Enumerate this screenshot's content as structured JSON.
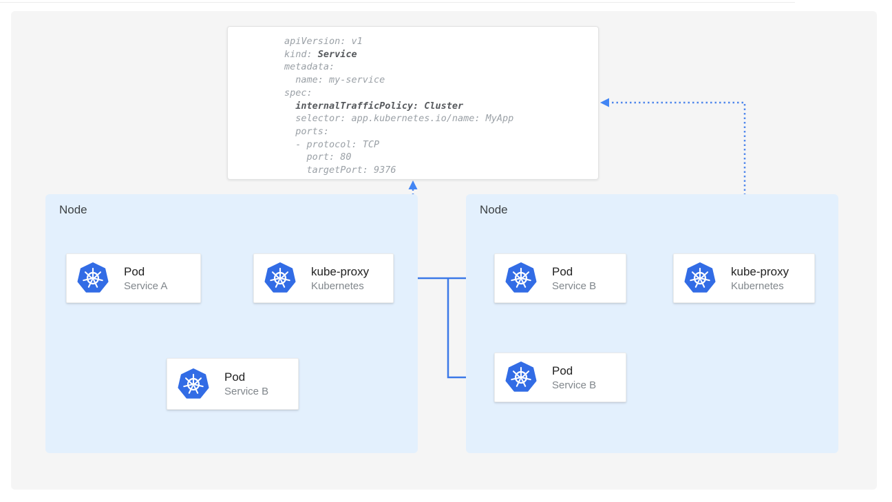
{
  "diagram": {
    "yaml_box": {
      "lines": [
        {
          "segments": [
            {
              "text": "apiVersion: v1",
              "bold": false
            }
          ]
        },
        {
          "segments": [
            {
              "text": "kind: ",
              "bold": false
            },
            {
              "text": "Service",
              "bold": true
            }
          ]
        },
        {
          "segments": [
            {
              "text": "metadata:",
              "bold": false
            }
          ]
        },
        {
          "segments": [
            {
              "text": "  name: my-service",
              "bold": false
            }
          ]
        },
        {
          "segments": [
            {
              "text": "spec:",
              "bold": false
            }
          ]
        },
        {
          "segments": [
            {
              "text": "  ",
              "bold": false
            },
            {
              "text": "internalTrafficPolicy: Cluster",
              "bold": true
            }
          ]
        },
        {
          "segments": [
            {
              "text": "  selector: app.kubernetes.io/name: MyApp",
              "bold": false
            }
          ]
        },
        {
          "segments": [
            {
              "text": "  ports:",
              "bold": false
            }
          ]
        },
        {
          "segments": [
            {
              "text": "  - protocol: TCP",
              "bold": false
            }
          ]
        },
        {
          "segments": [
            {
              "text": "    port: 80",
              "bold": false
            }
          ]
        },
        {
          "segments": [
            {
              "text": "    targetPort: 9376",
              "bold": false
            }
          ]
        }
      ]
    },
    "nodes": [
      {
        "label": "Node"
      },
      {
        "label": "Node"
      }
    ],
    "cards": [
      {
        "id": "pod-service-a",
        "title": "Pod",
        "subtitle": "Service A",
        "icon": "kubernetes-icon"
      },
      {
        "id": "kube-proxy-left",
        "title": "kube-proxy",
        "subtitle": "Kubernetes",
        "icon": "kubernetes-icon"
      },
      {
        "id": "pod-service-b-left",
        "title": "Pod",
        "subtitle": "Service B",
        "icon": "kubernetes-icon"
      },
      {
        "id": "pod-service-b-right-top",
        "title": "Pod",
        "subtitle": "Service B",
        "icon": "kubernetes-icon"
      },
      {
        "id": "pod-service-b-right-bottom",
        "title": "Pod",
        "subtitle": "Service B",
        "icon": "kubernetes-icon"
      },
      {
        "id": "kube-proxy-right",
        "title": "kube-proxy",
        "subtitle": "Kubernetes",
        "icon": "kubernetes-icon"
      }
    ],
    "colors": {
      "solid_arrow": "#3b78e7",
      "dotted_arrow": "#4e86ec",
      "node_bg": "#e3f0fd",
      "kubernetes_blue": "#326ce5",
      "code_gray": "#9aa0a6",
      "code_dark": "#55585c",
      "title_dark": "#212121",
      "subtitle_gray": "#80868b"
    }
  }
}
